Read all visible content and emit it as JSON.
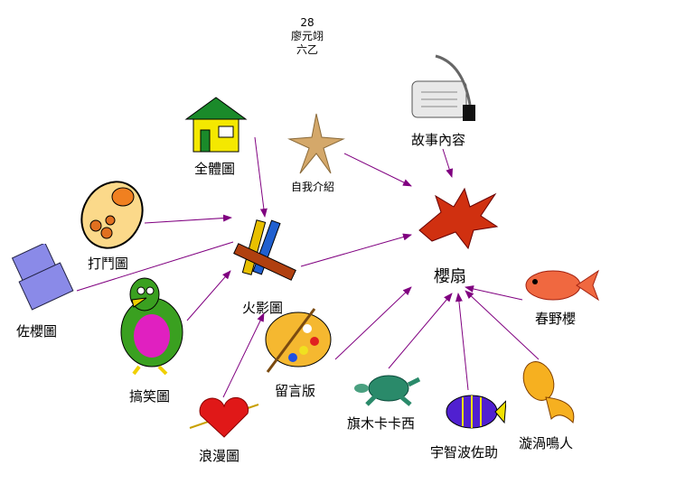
{
  "header": {
    "number": "28",
    "name": "廖元翊",
    "class": "六乙"
  },
  "center": "櫻扇",
  "nodes": {
    "overview": "全體圖",
    "intro": "自我介紹",
    "story": "故事內容",
    "fight": "打鬥圖",
    "naruto_pics": "火影圖",
    "sasusaku": "佐櫻圖",
    "funny": "搞笑圖",
    "romance": "浪漫圖",
    "guestbook": "留言版",
    "kakashi": "旗木卡卡西",
    "sasuke": "宇智波佐助",
    "naruto": "漩渦鳴人",
    "sakura": "春野櫻"
  },
  "colors": {
    "link": "#800080"
  }
}
